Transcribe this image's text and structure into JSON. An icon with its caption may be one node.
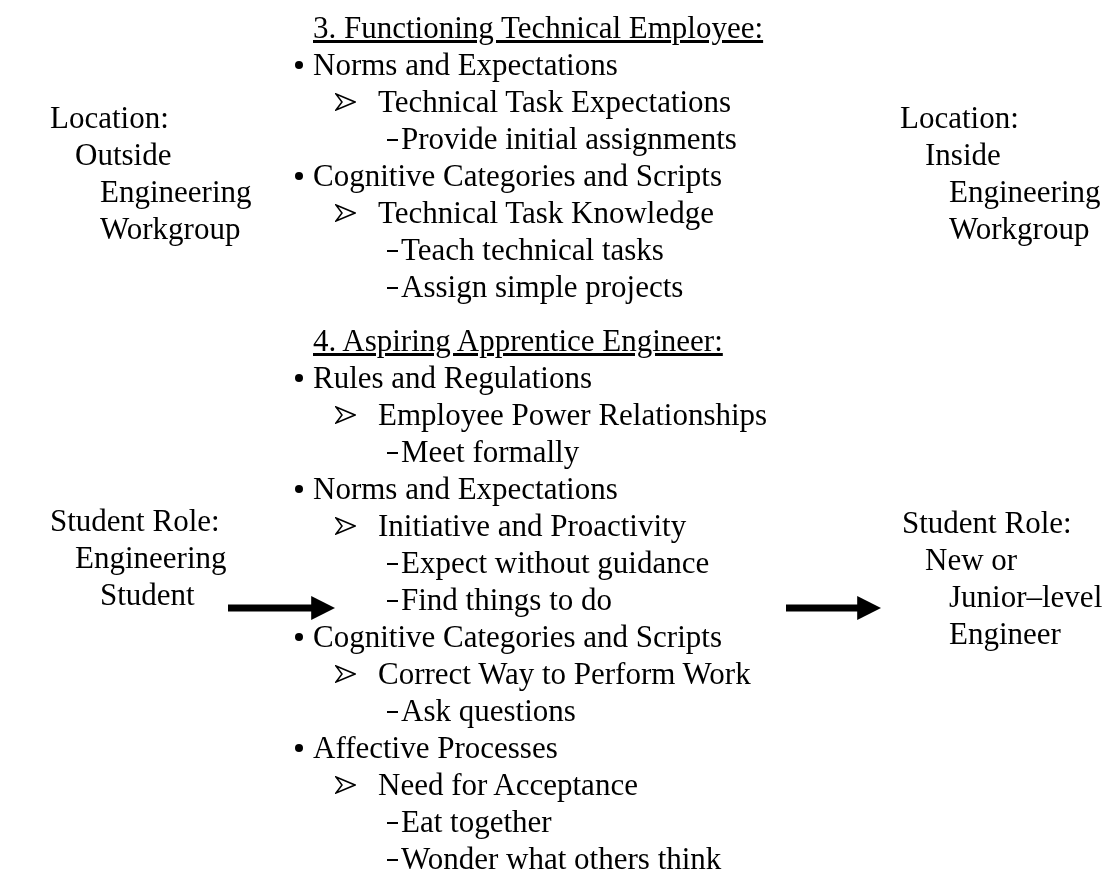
{
  "diagram": {
    "nodes": [
      {
        "text": [
          "Location:",
          "Outside",
          "Engineering",
          "Workgroup"
        ]
      },
      {
        "text": [
          "3. Functioning Technical Employee:",
          "Norms and Expectations",
          "Technical Task Expectations",
          "Provide initial assignments",
          "Cognitive Categories and Scripts",
          "Technical Task Knowledge",
          "Teach technical tasks",
          "Assign simple projects"
        ]
      },
      {
        "text": [
          "Location:",
          "Inside",
          "Engineering",
          "Workgroup"
        ]
      },
      {
        "text": [
          "Student Role:",
          "Engineering",
          "Student"
        ]
      },
      {
        "text": [
          "4. Aspiring Apprentice Engineer:",
          "Rules and Regulations",
          "Employee Power Relationships",
          "Meet formally",
          "Norms and Expectations",
          "Initiative and Proactivity",
          "Expect without guidance",
          "Find things to do",
          "Cognitive Categories and Scripts",
          "Correct Way to Perform Work",
          "Ask questions",
          "Affective Processes",
          "Need for Acceptance",
          "Eat together",
          "Wonder what others think"
        ]
      },
      {
        "text": [
          "Student Role:",
          "New or",
          "Junior–level",
          "Engineer"
        ]
      }
    ],
    "edges": [
      {
        "from": 3,
        "to": 4,
        "arrow": "to"
      },
      {
        "from": 4,
        "to": 5,
        "arrow": "to"
      }
    ]
  }
}
